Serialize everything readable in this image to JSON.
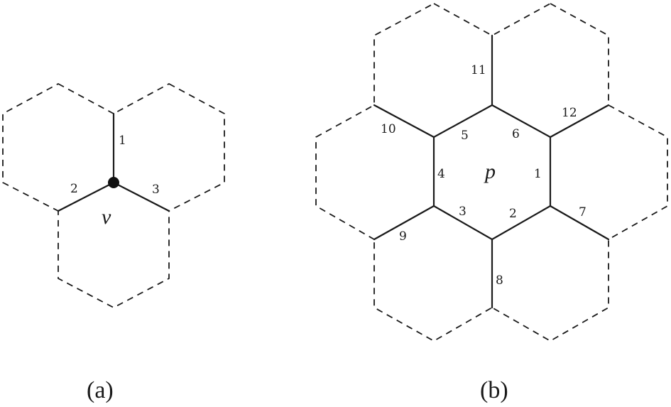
{
  "figure": {
    "panel_a": {
      "caption": "(a)",
      "vertex_label": "v",
      "edge_labels": [
        "1",
        "2",
        "3"
      ]
    },
    "panel_b": {
      "caption": "(b)",
      "plaquette_label": "p",
      "edge_labels": [
        "1",
        "2",
        "3",
        "4",
        "5",
        "6",
        "7",
        "8",
        "9",
        "10",
        "11",
        "12"
      ]
    },
    "colors": {
      "stroke": "#1a1a1a",
      "background": "#ffffff"
    }
  }
}
